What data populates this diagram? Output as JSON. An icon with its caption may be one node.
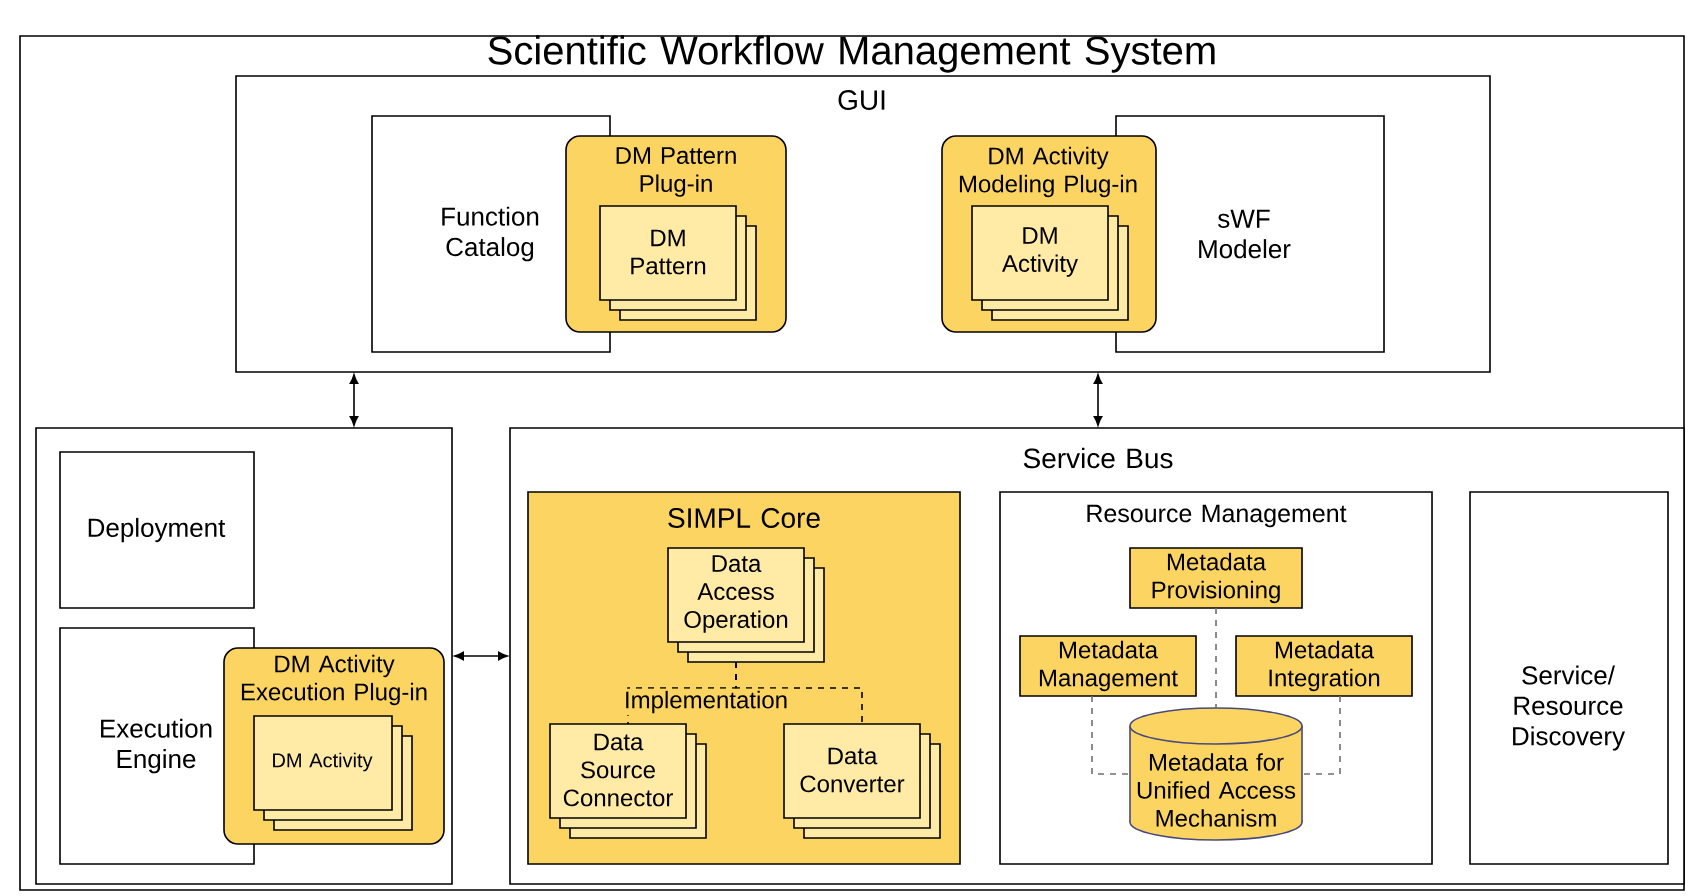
{
  "diagram": {
    "nodes": [
      {
        "text": [
          "Scientific Workflow Management System"
        ]
      },
      {
        "text": [
          "GUI"
        ],
        "in": 0
      },
      {
        "text": [
          "Function Catalog"
        ],
        "in": 1
      },
      {
        "text": [
          "DM Pattern Plug-in"
        ],
        "in": 1
      },
      {
        "text": [
          "DM Pattern"
        ],
        "in": 3
      },
      {
        "text": [
          "DM Activity Modeling Plug-in"
        ],
        "in": 1
      },
      {
        "text": [
          "DM Activity"
        ],
        "in": 5
      },
      {
        "text": [
          "sWF Modeler"
        ],
        "in": 1
      },
      {
        "text": [],
        "shape": "box",
        "in": 0
      },
      {
        "text": [
          "Deployment"
        ],
        "in": 8
      },
      {
        "text": [
          "Execution Engine"
        ],
        "in": 8
      },
      {
        "text": [
          "DM Activity Execution Plug-in"
        ],
        "in": 8
      },
      {
        "text": [
          "DM Activity"
        ],
        "in": 11
      },
      {
        "text": [
          "Service Bus"
        ],
        "in": 0
      },
      {
        "text": [
          "SIMPL Core"
        ],
        "in": 13
      },
      {
        "text": [
          "Data Access Operation"
        ],
        "in": 14
      },
      {
        "text": [
          "Data Source Connector"
        ],
        "in": 14
      },
      {
        "text": [
          "Data Converter"
        ],
        "in": 14
      },
      {
        "text": [
          "Resource Management"
        ],
        "in": 13
      },
      {
        "text": [
          "Metadata Provisioning"
        ],
        "in": 18
      },
      {
        "text": [
          "Metadata Management"
        ],
        "in": 18
      },
      {
        "text": [
          "Metadata Integration"
        ],
        "in": 18
      },
      {
        "text": [
          "Metadata for Unified Access Mechanism"
        ],
        "in": 18
      },
      {
        "text": [
          "Service/ Resource Discovery"
        ],
        "in": 13
      }
    ],
    "edges": [
      {
        "from": 1,
        "to": 8,
        "arrow": "both"
      },
      {
        "from": 1,
        "to": 13,
        "arrow": "both"
      },
      {
        "from": 8,
        "to": 13,
        "arrow": "both"
      },
      {
        "from": 15,
        "to": 16,
        "arrow": "none",
        "style": "dashed",
        "label": "Implementation"
      },
      {
        "from": 15,
        "to": 17,
        "arrow": "none",
        "style": "dashed"
      },
      {
        "from": 19,
        "to": 22,
        "arrow": "none",
        "style": "dashed",
        "color": "#707070"
      },
      {
        "from": 20,
        "to": 22,
        "arrow": "none",
        "style": "dashed",
        "color": "#707070"
      },
      {
        "from": 21,
        "to": 22,
        "arrow": "none",
        "style": "dashed",
        "color": "#707070"
      }
    ]
  }
}
